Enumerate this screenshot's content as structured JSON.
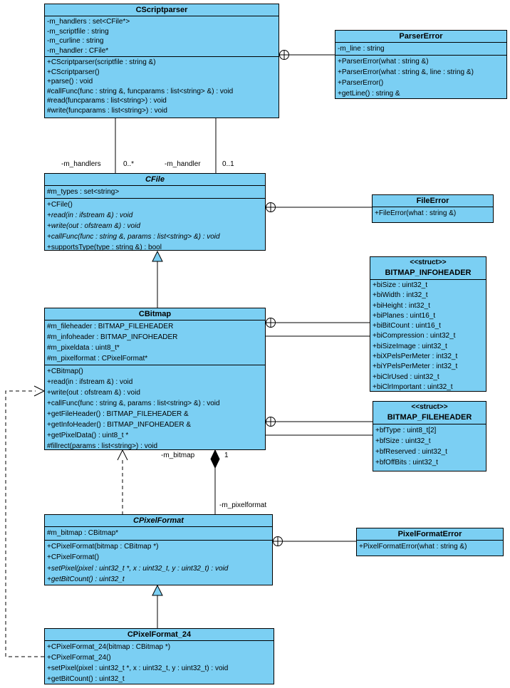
{
  "diagram": {
    "type": "uml-class-diagram",
    "colors": {
      "class_fill": "#7BCFF3",
      "border": "#000000",
      "background": "#FFFFFF",
      "text": "#000000"
    }
  },
  "classes": {
    "cscriptparser": {
      "name": "CScriptparser",
      "attributes": [
        "-m_handlers : set<CFile*>",
        "-m_scriptfile : string",
        "-m_curline : string",
        "-m_handler : CFile*"
      ],
      "operations": [
        "+CScriptparser(scriptfile : string &)",
        "+CScriptparser()",
        "+parse() : void",
        "#callFunc(func : string &, funcparams : list<string> &) : void",
        "#read(funcparams : list<string>) : void",
        "#write(funcparams : list<string>) : void"
      ]
    },
    "parsererror": {
      "name": "ParserError",
      "attributes": [
        "-m_line : string"
      ],
      "operations": [
        "+ParserError(what : string &)",
        "+ParserError(what : string &, line : string &)",
        "+ParserError()",
        "+getLine() : string &"
      ]
    },
    "cfile": {
      "name": "CFile",
      "attributes": [
        "#m_types : set<string>"
      ],
      "operations": [
        "+CFile()",
        "+read(in : ifstream &) : void",
        "+write(out : ofstream &) : void",
        "+callFunc(func : string &, params : list<string> &) : void",
        "+supportsType(type : string &) : bool"
      ]
    },
    "fileerror": {
      "name": "FileError",
      "operations": [
        "+FileError(what : string &)"
      ]
    },
    "cbitmap": {
      "name": "CBitmap",
      "attributes": [
        "#m_fileheader : BITMAP_FILEHEADER",
        "#m_infoheader : BITMAP_INFOHEADER",
        "#m_pixeldata : uint8_t*",
        "#m_pixelformat : CPixelFormat*"
      ],
      "operations": [
        "+CBitmap()",
        "+read(in : ifstream &) : void",
        "+write(out : ofstream &) : void",
        "+callFunc(func : string &, params : list<string> &) : void",
        "+getFileHeader() : BITMAP_FILEHEADER &",
        "+getInfoHeader() : BITMAP_INFOHEADER &",
        "+getPixelData() : uint8_t *",
        "#fillrect(params : list<string>) : void"
      ]
    },
    "bitmap_infoheader": {
      "stereotype": "<<struct>>",
      "name": "BITMAP_INFOHEADER",
      "attributes": [
        "+biSize : uint32_t",
        "+biWidth : int32_t",
        "+biHeight : int32_t",
        "+biPlanes : uint16_t",
        "+biBitCount : uint16_t",
        "+biCompression : uint32_t",
        "+biSizeImage : uint32_t",
        "+biXPelsPerMeter : int32_t",
        "+biYPelsPerMeter : int32_t",
        "+biClrUsed : uint32_t",
        "+biClrImportant : uint32_t"
      ]
    },
    "bitmap_fileheader": {
      "stereotype": "<<struct>>",
      "name": "BITMAP_FILEHEADER",
      "attributes": [
        "+bfType : uint8_t[2]",
        "+bfSize : uint32_t",
        "+bfReserved : uint32_t",
        "+bfOffBits : uint32_t"
      ]
    },
    "cpixelformat": {
      "name": "CPixelFormat",
      "attributes": [
        "#m_bitmap : CBitmap*"
      ],
      "operations": [
        "+CPixelFormat(bitmap : CBitmap *)",
        "+CPixelFormat()",
        "+setPixel(pixel : uint32_t *, x : uint32_t, y : uint32_t) : void",
        "+getBitCount() : uint32_t"
      ]
    },
    "pixelformaterror": {
      "name": "PixelFormatError",
      "operations": [
        "+PixelFormatError(what : string &)"
      ]
    },
    "cpixelformat_24": {
      "name": "CPixelFormat_24",
      "operations": [
        "+CPixelFormat_24(bitmap : CBitmap *)",
        "+CPixelFormat_24()",
        "+setPixel(pixel : uint32_t *, x : uint32_t, y : uint32_t) : void",
        "+getBitCount() : uint32_t"
      ]
    }
  },
  "edge_labels": {
    "m_handlers_role": "-m_handlers",
    "m_handlers_mult": "0..*",
    "m_handler_role": "-m_handler",
    "m_handler_mult": "0..1",
    "m_bitmap_role": "-m_bitmap",
    "m_bitmap_mult": "1",
    "m_pixelformat_role": "-m_pixelformat"
  }
}
